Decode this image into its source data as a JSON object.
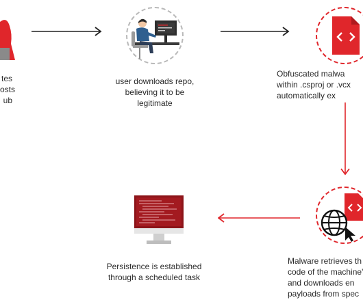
{
  "captions": {
    "attacker": "tes\nosts\nub",
    "user_downloads": "user downloads repo,\nbelieving it to be\nlegitimate",
    "obfuscated": "Obfuscated malwa\nwithin .csproj or .vcx\nautomatically ex",
    "persistence": "Persistence is established\nthrough a scheduled task",
    "retrieves": "Malware retrieves th\ncode of the machine's\nand downloads en\npayloads from spec"
  },
  "colors": {
    "accent_red": "#e0262b",
    "dark_red": "#8c1419",
    "arrow_dark": "#222222",
    "dashed_gray": "#b9b9b9"
  },
  "icons": {
    "attacker": "hooded-hacker-icon",
    "user": "user-at-computer-icon",
    "file": "code-file-icon",
    "monitor": "monitor-icon",
    "globe": "globe-cursor-icon"
  }
}
